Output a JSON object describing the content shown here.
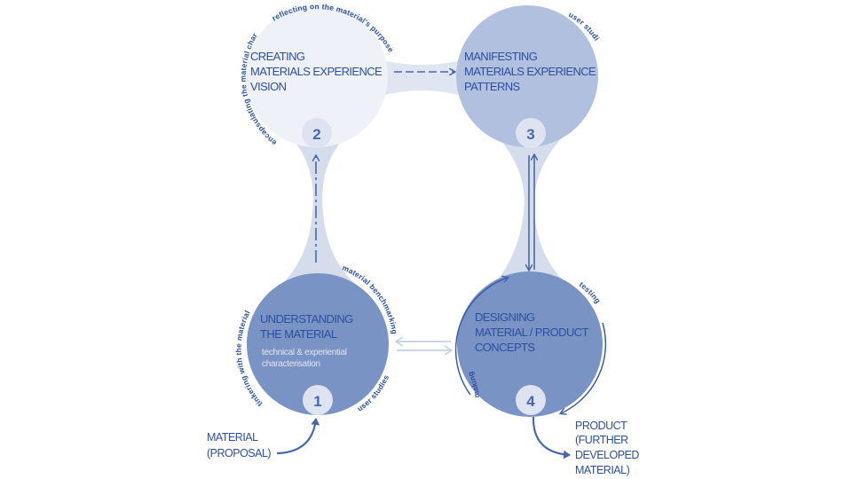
{
  "diagram": {
    "stages": [
      {
        "number": "1",
        "title_lines": [
          "UNDERSTANDING",
          "THE MATERIAL"
        ],
        "subtitle_lines": [
          "technical & experiential",
          "characterisation"
        ],
        "arc_labels": [
          "tinkering with the material",
          "material benchmarking",
          "user studies"
        ]
      },
      {
        "number": "2",
        "title_lines": [
          "CREATING",
          "MATERIALS EXPERIENCE",
          "VISION"
        ],
        "arc_labels": [
          "encapsulating the material characterisation",
          "reflecting on the material's purpose"
        ]
      },
      {
        "number": "3",
        "title_lines": [
          "MANIFESTING",
          "MATERIALS EXPERIENCE",
          "PATTERNS"
        ],
        "arc_labels": [
          "user studies"
        ]
      },
      {
        "number": "4",
        "title_lines": [
          "DESIGNING",
          "MATERIAL / PRODUCT",
          "CONCEPTS"
        ],
        "arc_labels": [
          "testing",
          "making"
        ]
      }
    ],
    "input": {
      "lines": [
        "MATERIAL",
        "(PROPOSAL)"
      ]
    },
    "output": {
      "lines": [
        "PRODUCT",
        "(FURTHER",
        "DEVELOPED",
        "MATERIAL)"
      ]
    },
    "colors": {
      "text": "#2d4f9e",
      "arrow": "#4a67ad",
      "stage1_fill": "#7a93c5",
      "stage2_fill": "#eef1f8",
      "stage3_fill": "#b0c0de",
      "stage4_fill": "#7a93c5",
      "connector": "#d5dded",
      "badge": "#dde3f0"
    }
  }
}
